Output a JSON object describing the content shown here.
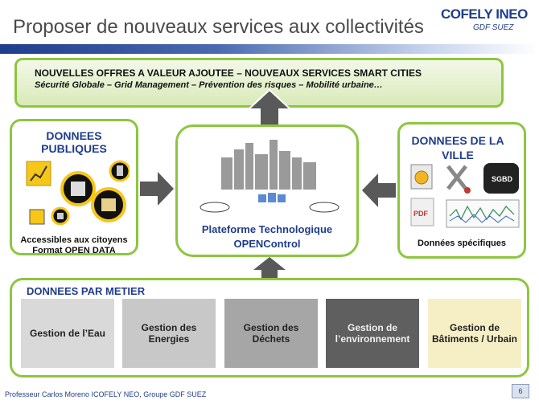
{
  "page": {
    "title": "Proposer de nouveaux services aux collectivités"
  },
  "logo": {
    "brand": "COFELY INEO",
    "sub": "GDF SUEZ"
  },
  "top_box": {
    "line1": "NOUVELLES OFFRES A VALEUR AJOUTEE – NOUVEAUX SERVICES SMART CITIES",
    "line2": "Sécurité Globale – Grid Management – Prévention des risques – Mobilité urbaine…"
  },
  "left_box": {
    "heading": "DONNEES PUBLIQUES",
    "caption1": "Accessibles aux citoyens",
    "caption2": "Format OPEN DATA"
  },
  "center_box": {
    "line1": "Plateforme Technologique",
    "line2": "OPENControl"
  },
  "right_box": {
    "heading_line1": "DONNEES DE LA",
    "heading_line2": "VILLE",
    "db_label": "SGBD",
    "pdf_label": "PDF",
    "caption": "Données spécifiques"
  },
  "bottom_box": {
    "heading": "DONNEES PAR METIER",
    "tiles": [
      {
        "label": "Gestion de l’Eau",
        "color": "#d9d9d9"
      },
      {
        "label": "Gestion des Energies",
        "color": "#c8c8c8"
      },
      {
        "label": "Gestion des Déchets",
        "color": "#a6a6a6"
      },
      {
        "label": "Gestion de l’environnement",
        "color": "#5f5f5f"
      },
      {
        "label": "Gestion de Bâtiments / Urbain",
        "color": "#f6efc6"
      }
    ]
  },
  "footer": {
    "text": "Professeur Carlos Moreno ICOFELY NEO, Groupe GDF SUEZ",
    "page_number": "6"
  }
}
